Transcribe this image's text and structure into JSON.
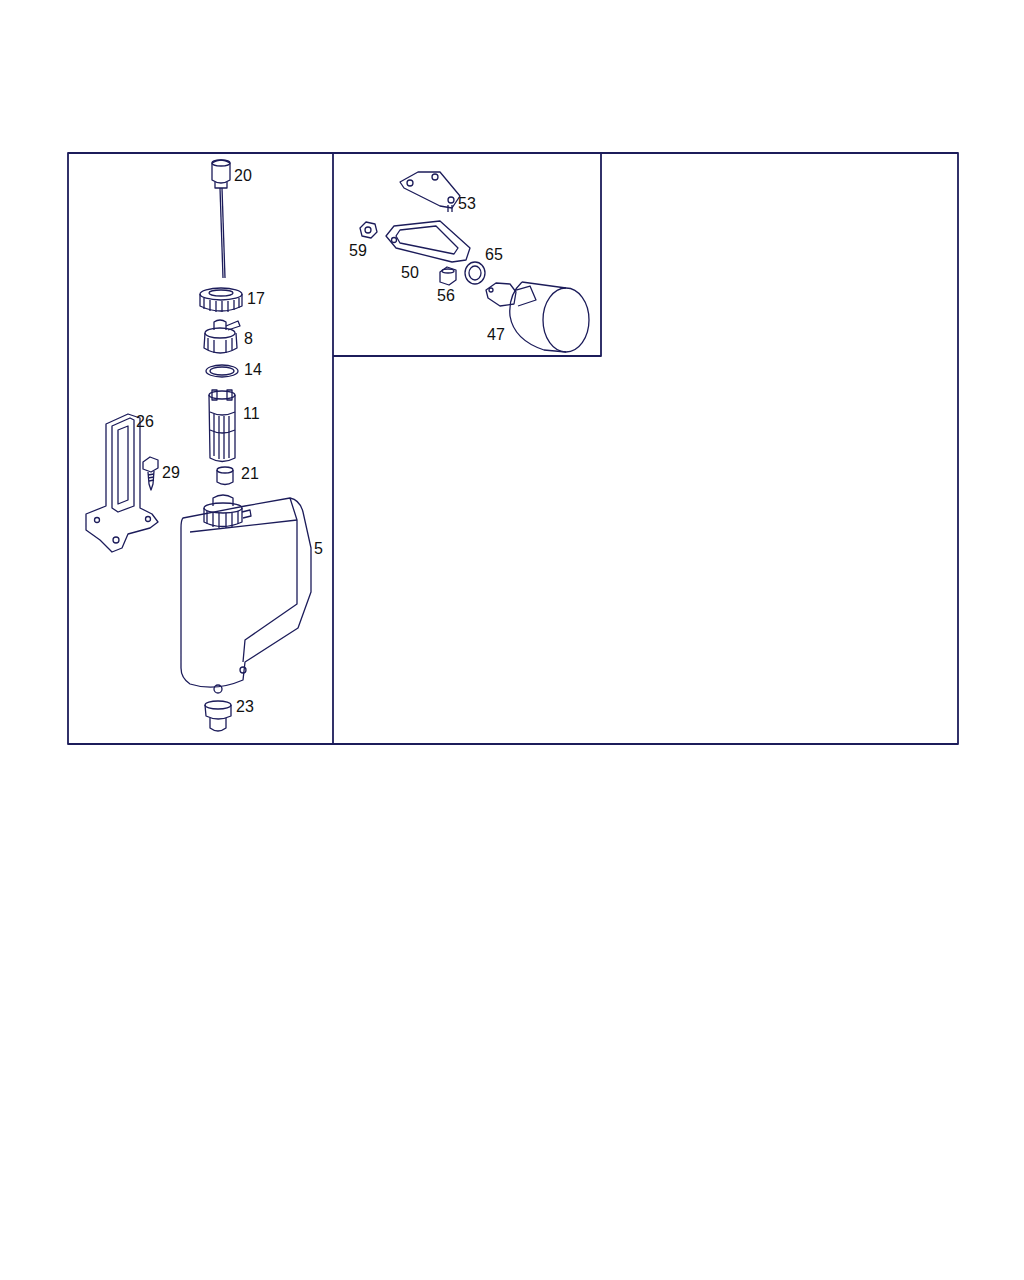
{
  "diagram": {
    "labels": [
      "20",
      "17",
      "8",
      "14",
      "11",
      "26",
      "29",
      "21",
      "5",
      "23",
      "53",
      "59",
      "50",
      "65",
      "56",
      "47"
    ]
  }
}
